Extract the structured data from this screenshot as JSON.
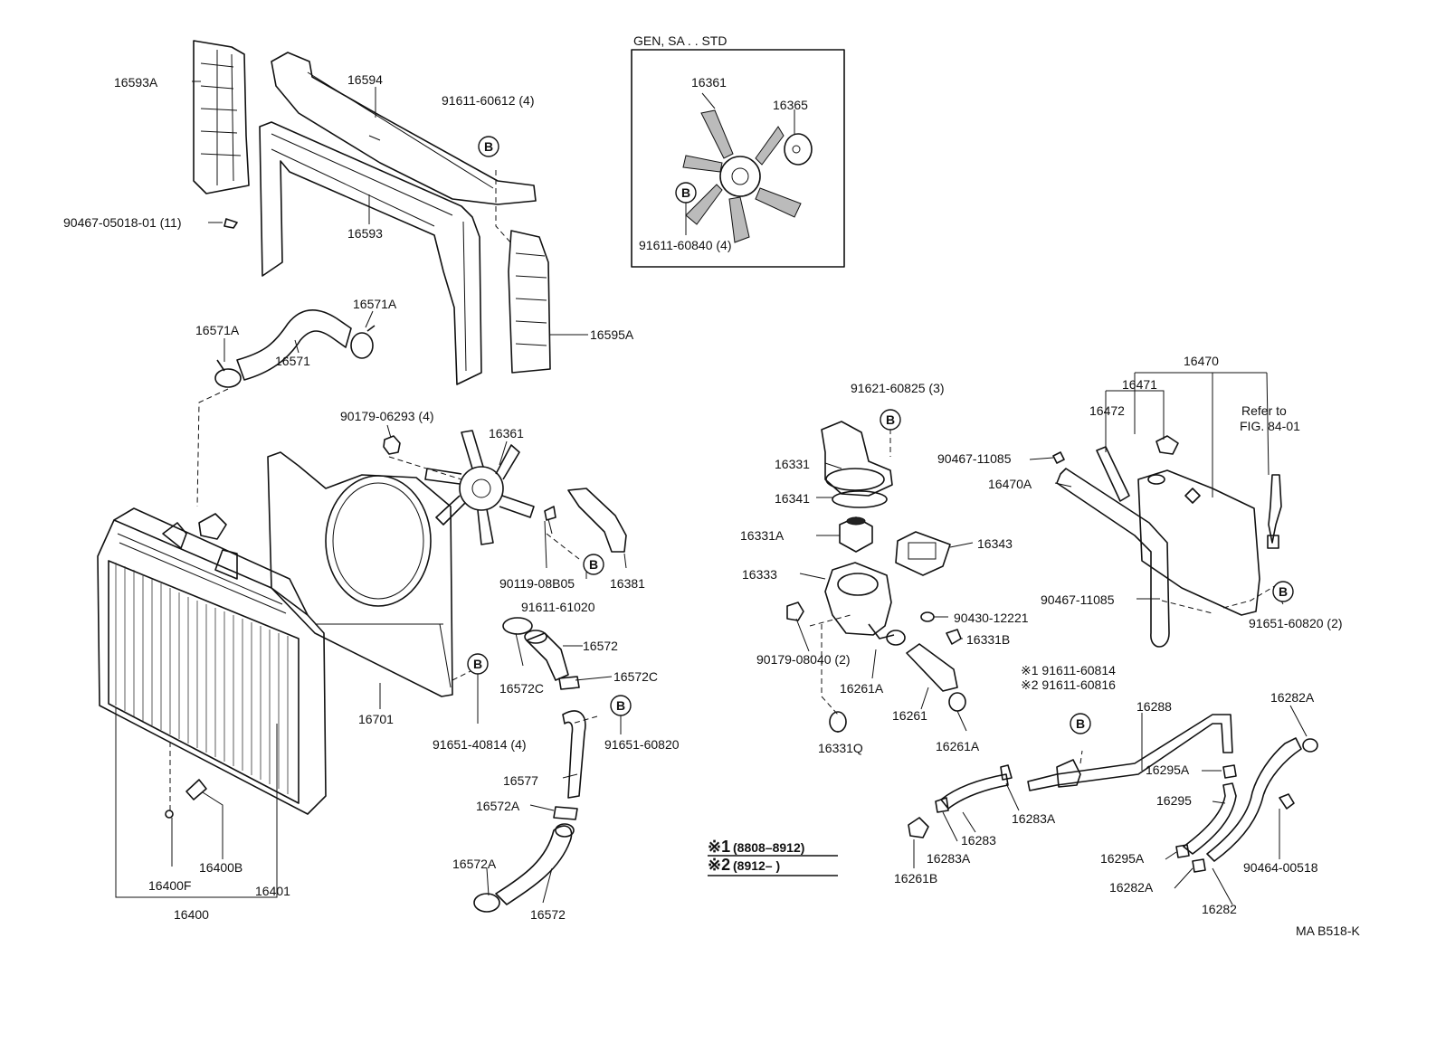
{
  "labels": {
    "p16593A": "16593A",
    "p16594": "16594",
    "p91611_60612": "91611-60612 (4)",
    "p16593": "16593",
    "p90467_05018": "90467-05018-01 (11)",
    "p16571A_l": "16571A",
    "p16571A_r": "16571A",
    "p16571": "16571",
    "p16595A": "16595A",
    "inset_title": "GEN, SA . . STD",
    "p16361_inset": "16361",
    "p16365": "16365",
    "p91611_60840": "91611-60840 (4)",
    "p90179_06293": "90179-06293 (4)",
    "p16361": "16361",
    "p90119_08B05": "90119-08B05",
    "p16381": "16381",
    "p91611_61020": "91611-61020",
    "p16572_a": "16572",
    "p16572C_l": "16572C",
    "p16572C_r": "16572C",
    "p16701": "16701",
    "p91651_40814": "91651-40814 (4)",
    "p91651_60820_l": "91651-60820",
    "p16577": "16577",
    "p16572A_a": "16572A",
    "p16572A_b": "16572A",
    "p16572_b": "16572",
    "p16400B": "16400B",
    "p16400F": "16400F",
    "p16401": "16401",
    "p16400": "16400",
    "p91621_60825": "91621-60825 (3)",
    "p16331": "16331",
    "p16341": "16341",
    "p16331A": "16331A",
    "p16343": "16343",
    "p16333": "16333",
    "p90430_12221": "90430-12221",
    "p16331B": "16331B",
    "p90179_08040": "90179-08040 (2)",
    "p16261A_l": "16261A",
    "p16261": "16261",
    "p16261A_r": "16261A",
    "p16331Q": "16331Q",
    "p16470": "16470",
    "p16471": "16471",
    "p16472": "16472",
    "refer_to": "Refer to",
    "fig_ref": "FIG. 84-01",
    "p90467_11085_a": "90467-11085",
    "p16470A": "16470A",
    "p90467_11085_b": "90467-11085",
    "p91651_60820_r": "91651-60820 (2)",
    "note1_part": "※1 91611-60814",
    "note2_part": "※2 91611-60816",
    "p16288": "16288",
    "p16282A_top": "16282A",
    "p16295A_top": "16295A",
    "p16295": "16295",
    "p16283A_r": "16283A",
    "p16283": "16283",
    "p16283A_l": "16283A",
    "p16261B": "16261B",
    "p16295A_bot": "16295A",
    "p16282A_bot": "16282A",
    "p90464_00518": "90464-00518",
    "p16282": "16282",
    "legend_1_mark": "※1",
    "legend_1_range": "(8808–8912)",
    "legend_2_mark": "※2",
    "legend_2_range": "(8912–       )",
    "diagram_code": "MA B518-K",
    "bolt_mark": "B"
  }
}
